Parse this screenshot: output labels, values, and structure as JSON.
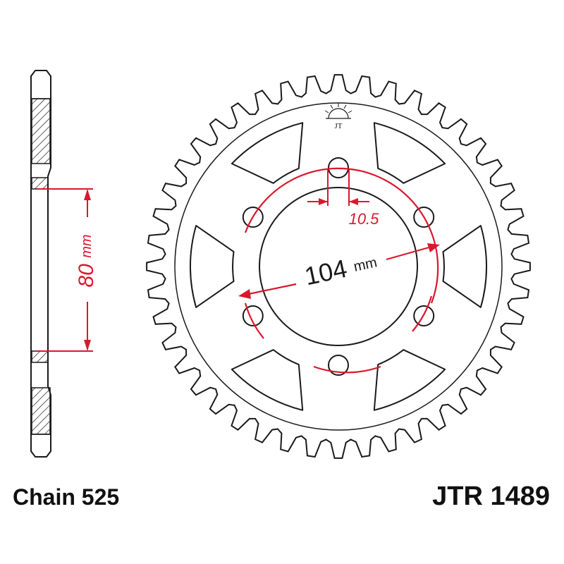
{
  "colors": {
    "outline": "#1a1a1a",
    "dimension": "#d9182d",
    "hatch": "#1a1a1a",
    "background": "#ffffff"
  },
  "sprocket": {
    "teeth_count": 44,
    "bolt_hole_count": 6
  },
  "dimensions": {
    "bolt_circle_value": "104",
    "bolt_circle_unit": "mm",
    "bolt_hole_value": "10.5",
    "side_value": "80",
    "side_unit": "mm"
  },
  "labels": {
    "chain": "Chain 525",
    "part_number": "JTR 1489"
  },
  "logo": {
    "text": "JT"
  }
}
